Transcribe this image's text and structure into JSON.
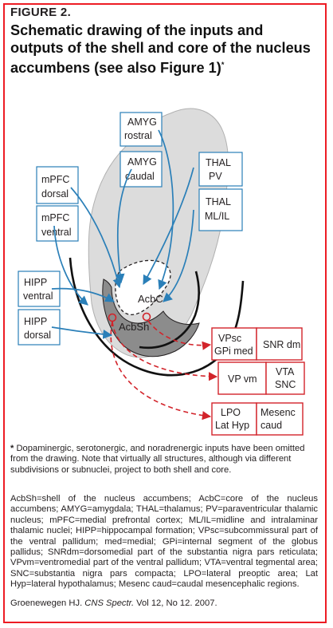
{
  "figure": {
    "label": "FIGURE 2.",
    "title": "Schematic drawing of the inputs and outputs of the shell and core of the nucleus accumbens (see also Figure 1)",
    "title_mark": "*"
  },
  "colors": {
    "frame": "#ed1c24",
    "arrow_blue": "#2a7fb8",
    "output_red": "#d2232a",
    "brain_light": "#dcdcdc",
    "shell_dark": "#8c8c8c"
  },
  "inputs": {
    "amyg_rostral": [
      "AMYG",
      "rostral"
    ],
    "amyg_caudal": [
      "AMYG",
      "caudal"
    ],
    "thal_pv": [
      "THAL",
      "PV"
    ],
    "thal_mlil": [
      "THAL",
      "ML/IL"
    ],
    "mpfc_dorsal": [
      "mPFC",
      "dorsal"
    ],
    "mpfc_ventral": [
      "mPFC",
      "ventral"
    ],
    "hipp_ventral": [
      "HIPP",
      "ventral"
    ],
    "hipp_dorsal": [
      "HIPP",
      "dorsal"
    ]
  },
  "regions": {
    "core": "AcbC",
    "shell": "AcbSh"
  },
  "outputs": {
    "vpsc_gpi": [
      "VPsc",
      "GPi med"
    ],
    "snr_dm": "SNR dm",
    "vp_vm": "VP vm",
    "vta_snc": [
      "VTA",
      "SNC"
    ],
    "lpo_lathyp": [
      "LPO",
      "Lat Hyp"
    ],
    "mesenc_caud": [
      "Mesenc",
      "caud"
    ]
  },
  "footnote": {
    "mark": "*",
    "text": "Dopaminergic, serotonergic, and noradrenergic inputs have been omitted from the drawing. Note that virtually all structures, although via different subdivisions or subnuclei, project to both shell and core."
  },
  "abbreviations": "AcbSh=shell of the nucleus accumbens; AcbC=core of the nucleus accumbens; AMYG=amygdala; THAL=thalamus; PV=paraventricular thalamic nucleus; mPFC=medial prefrontal cortex; ML/IL=midline and intralaminar thalamic nuclei; HIPP=hippocampal formation; VPsc=subcommissural part of the ventral pallidum; med=medial; GPi=internal segment of the globus pallidus; SNRdm=dorsomedial part of the substantia nigra pars reticulata; VPvm=ventromedial part of the ventral pallidum; VTA=ventral tegmental area; SNC=substantia nigra pars compacta; LPO=lateral preoptic area; Lat Hyp=lateral hypothalamus; Mesenc caud=caudal mesencephalic regions.",
  "citation": {
    "authors": "Groenewegen HJ.",
    "journal": "CNS Spectr.",
    "details": "Vol 12, No 12. 2007."
  }
}
